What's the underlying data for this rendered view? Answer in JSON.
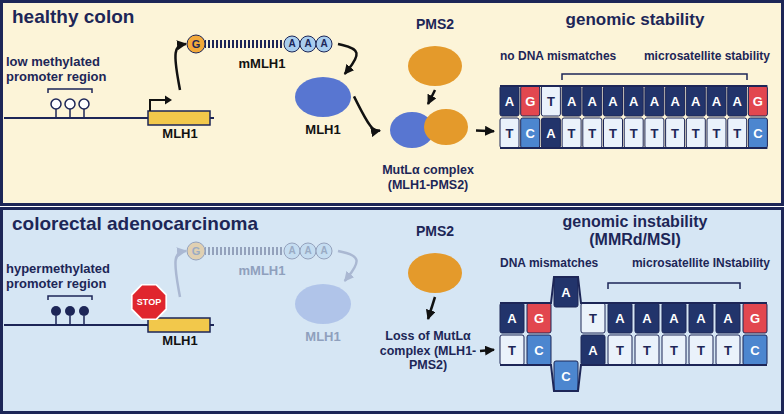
{
  "diagram": {
    "nodes": [
      {
        "text": [
          "healthy colon"
        ]
      },
      {
        "text": [
          "MLH1"
        ],
        "in": 0
      },
      {
        "text": [
          "mMLH1"
        ],
        "in": 0
      },
      {
        "text": [
          "MLH1"
        ],
        "in": 0
      },
      {
        "text": [
          "PMS2"
        ],
        "in": 0
      },
      {
        "text": [
          "MutLα complex (MLH1-PMS2)"
        ],
        "in": 0
      },
      {
        "text": [
          "genomic stability",
          "no DNA mismatches",
          "microsatellite stability"
        ],
        "in": 0
      },
      {
        "text": [
          "colorectal adenocarcinoma"
        ]
      },
      {
        "text": [
          "MLH1"
        ],
        "in": 7
      },
      {
        "text": [
          "STOP"
        ],
        "in": 7
      },
      {
        "text": [
          "mMLH1"
        ],
        "in": 7
      },
      {
        "text": [
          "MLH1"
        ],
        "in": 7
      },
      {
        "text": [
          "PMS2"
        ],
        "in": 7
      },
      {
        "text": [
          "Loss of MutLα complex (MLH1-PMS2)"
        ],
        "in": 7
      },
      {
        "text": [
          "genomic instability (MMRd/MSI)",
          "DNA mismatches",
          "microsatellite INstability"
        ],
        "in": 7
      }
    ],
    "edges": [
      {
        "from": 1,
        "to": 2,
        "arrow": "to"
      },
      {
        "from": 2,
        "to": 3,
        "arrow": "to"
      },
      {
        "from": 3,
        "to": 5,
        "arrow": "to"
      },
      {
        "from": 4,
        "to": 5,
        "arrow": "to"
      },
      {
        "from": 5,
        "to": 6,
        "arrow": "to"
      },
      {
        "from": 8,
        "to": 10,
        "arrow": "to"
      },
      {
        "from": 10,
        "to": 11,
        "arrow": "to"
      },
      {
        "from": 12,
        "to": 13,
        "arrow": "to"
      },
      {
        "from": 13,
        "to": 14,
        "arrow": "to"
      }
    ],
    "labels": [
      "low methylated promoter region",
      "G",
      "A",
      "A",
      "A",
      "A",
      "G",
      "T",
      "A",
      "A",
      "A",
      "A",
      "A",
      "A",
      "A",
      "A",
      "A",
      "G",
      "T",
      "C",
      "A",
      "T",
      "T",
      "T",
      "T",
      "T",
      "T",
      "T",
      "T",
      "T",
      "C",
      "hypermethylated promoter region",
      "G",
      "A",
      "A",
      "A",
      "A",
      "G",
      "A",
      "T",
      "A",
      "A",
      "A",
      "A",
      "A",
      "G",
      "T",
      "C",
      "C",
      "A",
      "T",
      "T",
      "T",
      "T",
      "T",
      "C"
    ]
  }
}
